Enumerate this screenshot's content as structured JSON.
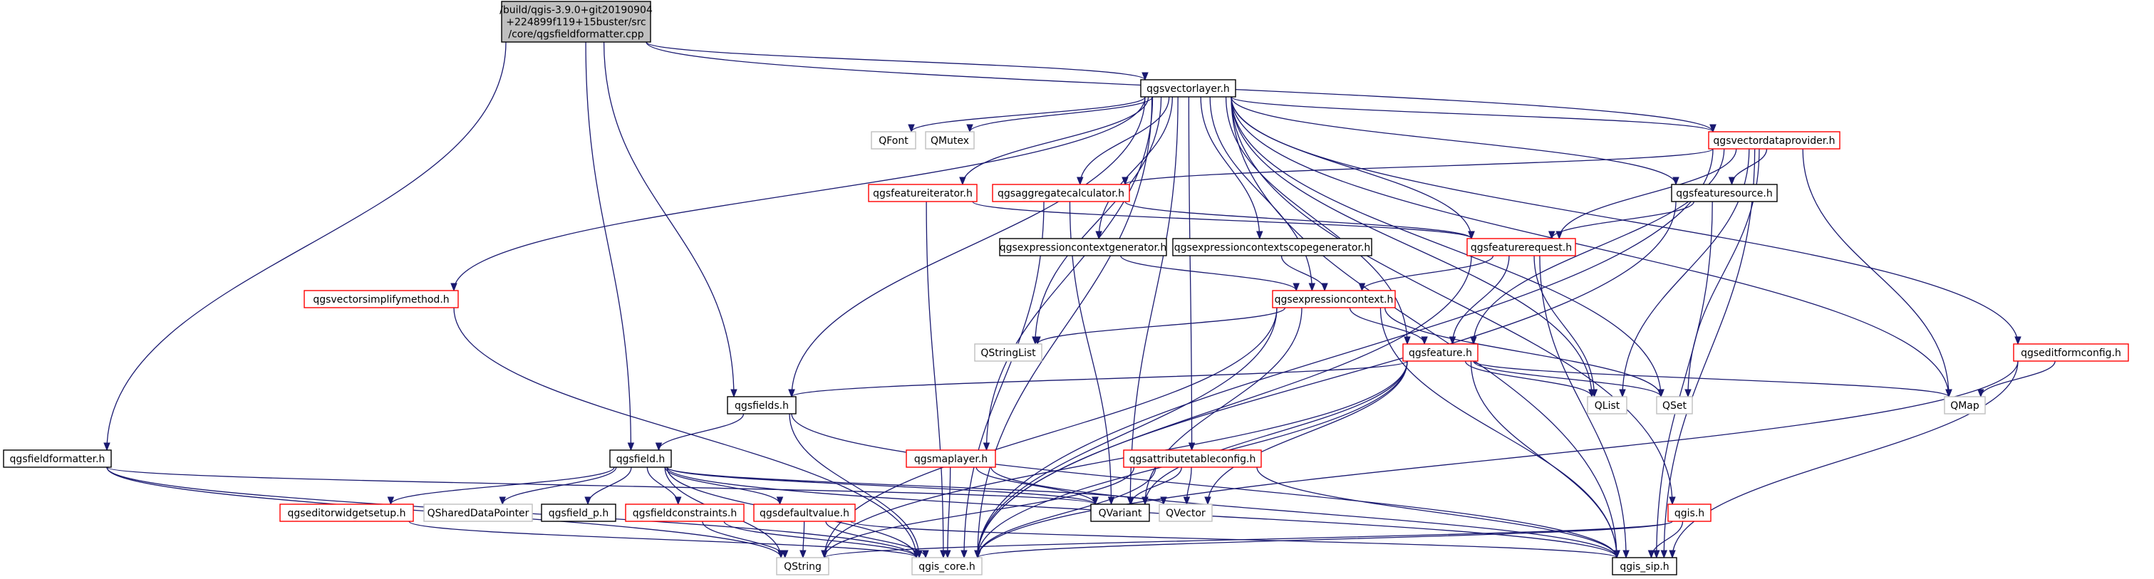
{
  "colors": {
    "root_fill": "#bfbfbf",
    "border_black": "#000000",
    "border_red": "#ff0000",
    "border_gray": "#bfbfbf",
    "edge": "#191970",
    "text": "#000000"
  },
  "nodes": [
    {
      "id": "root",
      "label": "/build/qgis-3.9.0+git20190904\n+224899f119+15buster/src\n/core/qgsfieldformatter.cpp",
      "kind": "root"
    },
    {
      "id": "qgsfieldformatter_h",
      "label": "qgsfieldformatter.h",
      "kind": "black"
    },
    {
      "id": "qgsvectorlayer_h",
      "label": "qgsvectorlayer.h",
      "kind": "black"
    },
    {
      "id": "qgsfields_h",
      "label": "qgsfields.h",
      "kind": "black"
    },
    {
      "id": "qgsfield_h",
      "label": "qgsfield.h",
      "kind": "black"
    },
    {
      "id": "qgis_core_h",
      "label": "qgis_core.h",
      "kind": "gray"
    },
    {
      "id": "qgis_sip_h",
      "label": "qgis_sip.h",
      "kind": "black"
    },
    {
      "id": "QString",
      "label": "QString",
      "kind": "gray"
    },
    {
      "id": "QVariant",
      "label": "QVariant",
      "kind": "black"
    },
    {
      "id": "QVector",
      "label": "QVector",
      "kind": "gray"
    },
    {
      "id": "QSharedDataPointer",
      "label": "QSharedDataPointer",
      "kind": "gray"
    },
    {
      "id": "qgsfield_p_h",
      "label": "qgsfield_p.h",
      "kind": "black"
    },
    {
      "id": "qgseditorwidgetsetup_h",
      "label": "qgseditorwidgetsetup.h",
      "kind": "red"
    },
    {
      "id": "qgsfieldconstraints_h",
      "label": "qgsfieldconstraints.h",
      "kind": "red"
    },
    {
      "id": "qgsdefaultvalue_h",
      "label": "qgsdefaultvalue.h",
      "kind": "red"
    },
    {
      "id": "QFont",
      "label": "QFont",
      "kind": "gray"
    },
    {
      "id": "QMutex",
      "label": "QMutex",
      "kind": "gray"
    },
    {
      "id": "qgsvectordataprovider_h",
      "label": "qgsvectordataprovider.h",
      "kind": "red"
    },
    {
      "id": "qgsfeatureiterator_h",
      "label": "qgsfeatureiterator.h",
      "kind": "red"
    },
    {
      "id": "qgsaggregatecalculator_h",
      "label": "qgsaggregatecalculator.h",
      "kind": "red"
    },
    {
      "id": "qgsfeaturesource_h",
      "label": "qgsfeaturesource.h",
      "kind": "black"
    },
    {
      "id": "qgsexpressioncontextgenerator_h",
      "label": "qgsexpressioncontextgenerator.h",
      "kind": "black"
    },
    {
      "id": "qgsexpressioncontextscopegenerator_h",
      "label": "qgsexpressioncontextscopegenerator.h",
      "kind": "black"
    },
    {
      "id": "qgsfeaturerequest_h",
      "label": "qgsfeaturerequest.h",
      "kind": "red"
    },
    {
      "id": "qgsexpressioncontext_h",
      "label": "qgsexpressioncontext.h",
      "kind": "red"
    },
    {
      "id": "qgsvectorsimplifymethod_h",
      "label": "qgsvectorsimplifymethod.h",
      "kind": "red"
    },
    {
      "id": "QStringList",
      "label": "QStringList",
      "kind": "gray"
    },
    {
      "id": "qgsfeature_h",
      "label": "qgsfeature.h",
      "kind": "red"
    },
    {
      "id": "QList",
      "label": "QList",
      "kind": "gray"
    },
    {
      "id": "QSet",
      "label": "QSet",
      "kind": "gray"
    },
    {
      "id": "QMap",
      "label": "QMap",
      "kind": "gray"
    },
    {
      "id": "qgseditformconfig_h",
      "label": "qgseditformconfig.h",
      "kind": "red"
    },
    {
      "id": "qgsmaplayer_h",
      "label": "qgsmaplayer.h",
      "kind": "red"
    },
    {
      "id": "qgsattributetableconfig_h",
      "label": "qgsattributetableconfig.h",
      "kind": "red"
    },
    {
      "id": "qgis_h",
      "label": "qgis.h",
      "kind": "red"
    }
  ],
  "edges": [
    [
      "root",
      "qgsfieldformatter_h"
    ],
    [
      "root",
      "qgsvectorlayer_h"
    ],
    [
      "root",
      "qgsfields_h"
    ],
    [
      "root",
      "qgsfield_h"
    ],
    [
      "root",
      "qgsvectordataprovider_h"
    ],
    [
      "qgsfieldformatter_h",
      "qgis_core_h"
    ],
    [
      "qgsfieldformatter_h",
      "QString"
    ],
    [
      "qgsfieldformatter_h",
      "QVariant"
    ],
    [
      "qgsvectorlayer_h",
      "qgis_core_h"
    ],
    [
      "qgsvectorlayer_h",
      "QFont"
    ],
    [
      "qgsvectorlayer_h",
      "QMutex"
    ],
    [
      "qgsvectorlayer_h",
      "qgsvectordataprovider_h"
    ],
    [
      "qgsvectorlayer_h",
      "qgsfeatureiterator_h"
    ],
    [
      "qgsvectorlayer_h",
      "qgsaggregatecalculator_h"
    ],
    [
      "qgsvectorlayer_h",
      "qgsfeaturesource_h"
    ],
    [
      "qgsvectorlayer_h",
      "qgsexpressioncontextgenerator_h"
    ],
    [
      "qgsvectorlayer_h",
      "qgsexpressioncontextscopegenerator_h"
    ],
    [
      "qgsvectorlayer_h",
      "qgsfeaturerequest_h"
    ],
    [
      "qgsvectorlayer_h",
      "qgsexpressioncontext_h"
    ],
    [
      "qgsvectorlayer_h",
      "qgsvectorsimplifymethod_h"
    ],
    [
      "qgsvectorlayer_h",
      "QStringList"
    ],
    [
      "qgsvectorlayer_h",
      "qgsfeature_h"
    ],
    [
      "qgsvectorlayer_h",
      "QList"
    ],
    [
      "qgsvectorlayer_h",
      "QSet"
    ],
    [
      "qgsvectorlayer_h",
      "QMap"
    ],
    [
      "qgsvectorlayer_h",
      "qgsfields_h"
    ],
    [
      "qgsvectorlayer_h",
      "qgsmaplayer_h"
    ],
    [
      "qgsvectorlayer_h",
      "qgsattributetableconfig_h"
    ],
    [
      "qgsvectorlayer_h",
      "qgseditformconfig_h"
    ],
    [
      "qgsvectorlayer_h",
      "qgis_h"
    ],
    [
      "qgsvectorlayer_h",
      "qgis_sip_h"
    ],
    [
      "qgsvectorlayer_h",
      "QVariant"
    ],
    [
      "qgsvectordataprovider_h",
      "qgsfeaturerequest_h"
    ],
    [
      "qgsvectordataprovider_h",
      "qgsaggregatecalculator_h"
    ],
    [
      "qgsvectordataprovider_h",
      "qgsfeaturesource_h"
    ],
    [
      "qgsvectordataprovider_h",
      "qgsfeature_h"
    ],
    [
      "qgsvectordataprovider_h",
      "QList"
    ],
    [
      "qgsvectordataprovider_h",
      "QSet"
    ],
    [
      "qgsvectordataprovider_h",
      "QMap"
    ],
    [
      "qgsvectordataprovider_h",
      "qgis_core_h"
    ],
    [
      "qgsvectordataprovider_h",
      "qgis_sip_h"
    ],
    [
      "qgsfeatureiterator_h",
      "qgsfeaturerequest_h"
    ],
    [
      "qgsfeatureiterator_h",
      "qgis_core_h"
    ],
    [
      "qgsaggregatecalculator_h",
      "qgsfeaturerequest_h"
    ],
    [
      "qgsaggregatecalculator_h",
      "QVariant"
    ],
    [
      "qgsaggregatecalculator_h",
      "qgis_core_h"
    ],
    [
      "qgsfeaturesource_h",
      "qgsfeaturerequest_h"
    ],
    [
      "qgsfeaturesource_h",
      "qgis_core_h"
    ],
    [
      "qgsfeaturesource_h",
      "qgis_sip_h"
    ],
    [
      "qgsexpressioncontextgenerator_h",
      "qgsexpressioncontext_h"
    ],
    [
      "qgsexpressioncontextscopegenerator_h",
      "qgsexpressioncontext_h"
    ],
    [
      "qgsfeaturerequest_h",
      "qgsexpressioncontext_h"
    ],
    [
      "qgsfeaturerequest_h",
      "qgsfeature_h"
    ],
    [
      "qgsfeaturerequest_h",
      "QList"
    ],
    [
      "qgsfeaturerequest_h",
      "qgis_core_h"
    ],
    [
      "qgsfeaturerequest_h",
      "qgis_sip_h"
    ],
    [
      "qgsexpressioncontext_h",
      "QStringList"
    ],
    [
      "qgsexpressioncontext_h",
      "qgsfeature_h"
    ],
    [
      "qgsexpressioncontext_h",
      "QSet"
    ],
    [
      "qgsexpressioncontext_h",
      "QVariant"
    ],
    [
      "qgsexpressioncontext_h",
      "QString"
    ],
    [
      "qgsexpressioncontext_h",
      "qgis_core_h"
    ],
    [
      "qgsexpressioncontext_h",
      "qgis_sip_h"
    ],
    [
      "qgsvectorsimplifymethod_h",
      "qgis_core_h"
    ],
    [
      "qgsfeature_h",
      "qgsfields_h"
    ],
    [
      "qgsfeature_h",
      "QList"
    ],
    [
      "qgsfeature_h",
      "QSet"
    ],
    [
      "qgsfeature_h",
      "QMap"
    ],
    [
      "qgsfeature_h",
      "QVariant"
    ],
    [
      "qgsfeature_h",
      "QVector"
    ],
    [
      "qgsfeature_h",
      "QString"
    ],
    [
      "qgsfeature_h",
      "qgis_core_h"
    ],
    [
      "qgsfeature_h",
      "qgis_sip_h"
    ],
    [
      "qgsfields_h",
      "qgsfield_h"
    ],
    [
      "qgsfields_h",
      "qgis_core_h"
    ],
    [
      "qgsfields_h",
      "qgis_sip_h"
    ],
    [
      "qgsfield_h",
      "qgseditorwidgetsetup_h"
    ],
    [
      "qgsfield_h",
      "QSharedDataPointer"
    ],
    [
      "qgsfield_h",
      "qgsfield_p_h"
    ],
    [
      "qgsfield_h",
      "qgsfieldconstraints_h"
    ],
    [
      "qgsfield_h",
      "qgsdefaultvalue_h"
    ],
    [
      "qgsfield_h",
      "QVariant"
    ],
    [
      "qgsfield_h",
      "QVector"
    ],
    [
      "qgsfield_h",
      "QString"
    ],
    [
      "qgsfield_h",
      "qgis_core_h"
    ],
    [
      "qgsfield_h",
      "qgis_sip_h"
    ],
    [
      "qgseditorwidgetsetup_h",
      "qgis_core_h"
    ],
    [
      "qgsfieldconstraints_h",
      "QString"
    ],
    [
      "qgsfieldconstraints_h",
      "qgis_core_h"
    ],
    [
      "qgsdefaultvalue_h",
      "QString"
    ],
    [
      "qgsdefaultvalue_h",
      "qgis_core_h"
    ],
    [
      "qgsdefaultvalue_h",
      "qgis_sip_h"
    ],
    [
      "qgsmaplayer_h",
      "QVariant"
    ],
    [
      "qgsmaplayer_h",
      "qgis_core_h"
    ],
    [
      "qgsmaplayer_h",
      "qgis_sip_h"
    ],
    [
      "qgsattributetableconfig_h",
      "QVariant"
    ],
    [
      "qgsattributetableconfig_h",
      "QVector"
    ],
    [
      "qgsattributetableconfig_h",
      "QString"
    ],
    [
      "qgsattributetableconfig_h",
      "qgis_core_h"
    ],
    [
      "qgsattributetableconfig_h",
      "qgis_sip_h"
    ],
    [
      "qgseditformconfig_h",
      "QMap"
    ],
    [
      "qgseditformconfig_h",
      "qgis_core_h"
    ],
    [
      "qgseditformconfig_h",
      "qgis_sip_h"
    ],
    [
      "qgis_h",
      "qgis_core_h"
    ],
    [
      "qgis_h",
      "qgis_sip_h"
    ],
    [
      "qgis_h",
      "QString"
    ]
  ]
}
